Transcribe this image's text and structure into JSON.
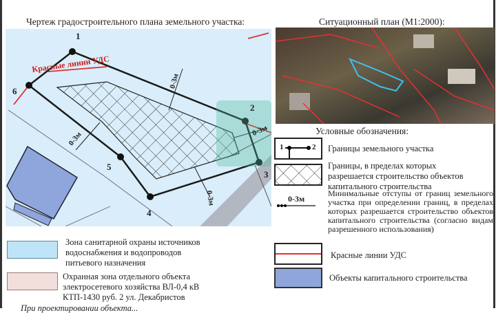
{
  "drawing": {
    "title": "Чертеж градостроительного плана земельного участка:",
    "red_line_label": "Красные линии УДС",
    "points": [
      "1",
      "2",
      "3",
      "4",
      "5",
      "6"
    ],
    "setback_label": "0-3м"
  },
  "situation_plan": {
    "title": "Ситуационный план (М1:2000):"
  },
  "legend": {
    "title": "Условные обозначения:",
    "items": [
      {
        "symbol_left": "1",
        "symbol_right": "2",
        "text": "Границы земельного участка"
      },
      {
        "text": "Границы, в пределах которых разрешается строительство объектов капитального строительства"
      },
      {
        "symbol_label": "0-3м",
        "text": "Минимальные отступы от границ земельного участка при определении границ, в пределах которых разрешается строительство объектов капитального строительства (согласно видам разрешенного использования)"
      },
      {
        "text": "Красные линии УДС",
        "color": "#e03030"
      },
      {
        "text": "Объекты капитального строительства",
        "color": "#8ea6dc"
      }
    ]
  },
  "zones": [
    {
      "text": "Зона санитарной охраны источников водоснабжения и водопроводов питьевого назначения",
      "color": "#bfe3f7"
    },
    {
      "text": "Охранная зона отдельного объекта электросетевого хозяйства ВЛ-0,4 кВ КТП-1430 руб. 2 ул. Декабристов",
      "color": "#f3dede"
    }
  ],
  "footer_text": "При проектировании объекта..."
}
